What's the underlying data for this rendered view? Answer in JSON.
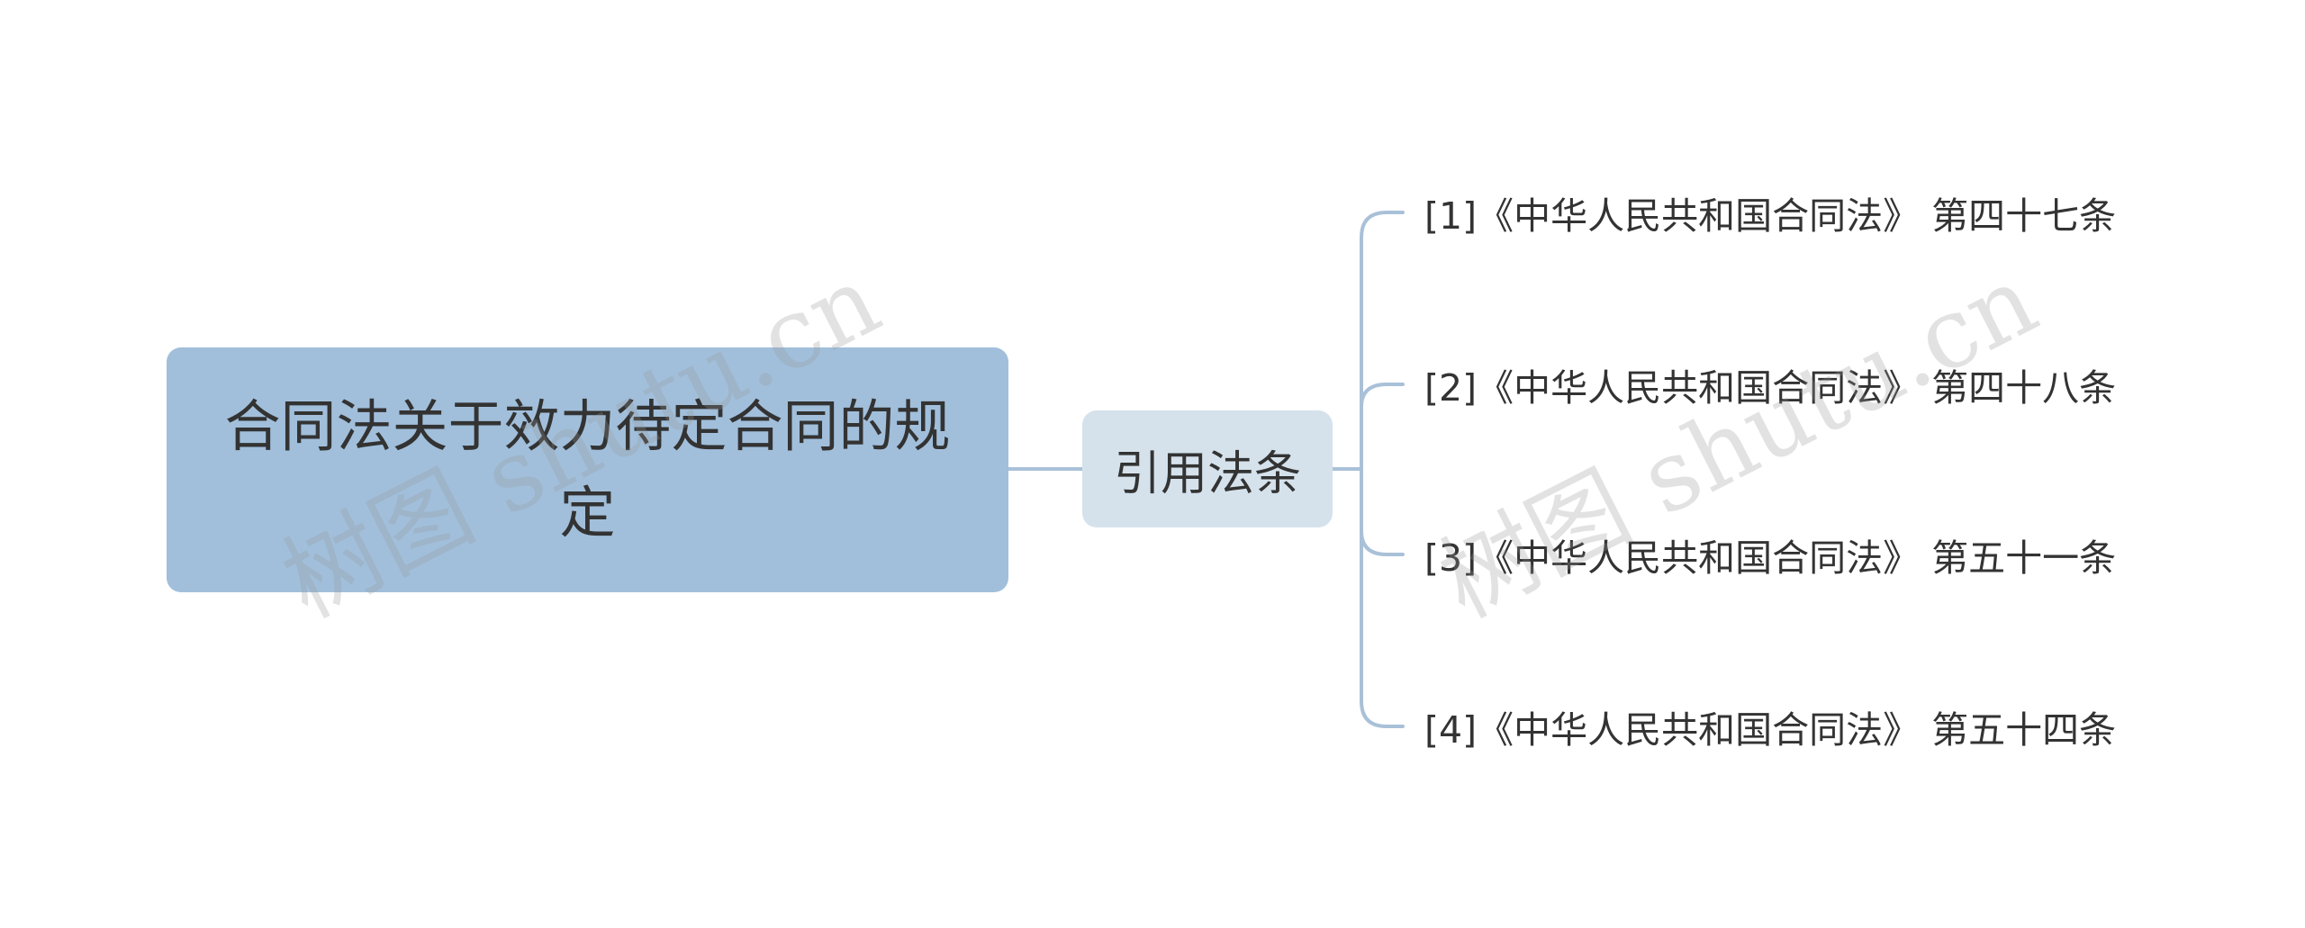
{
  "diagram": {
    "root": {
      "label": "合同法关于效力待定合同的规定"
    },
    "branch": {
      "label": "引用法条"
    },
    "leaves": [
      {
        "label": "[1]《中华人民共和国合同法》 第四十七条"
      },
      {
        "label": "[2]《中华人民共和国合同法》 第四十八条"
      },
      {
        "label": "[3]《中华人民共和国合同法》 第五十一条"
      },
      {
        "label": "[4]《中华人民共和国合同法》 第五十四条"
      }
    ],
    "colors": {
      "root_fill": "#a1bfdb",
      "branch_fill": "#d5e2ec",
      "connector": "#a9c1d8",
      "text": "#333333"
    }
  },
  "watermarks": [
    {
      "text": "树图 shutu.cn"
    },
    {
      "text": "树图 shutu.cn"
    }
  ]
}
